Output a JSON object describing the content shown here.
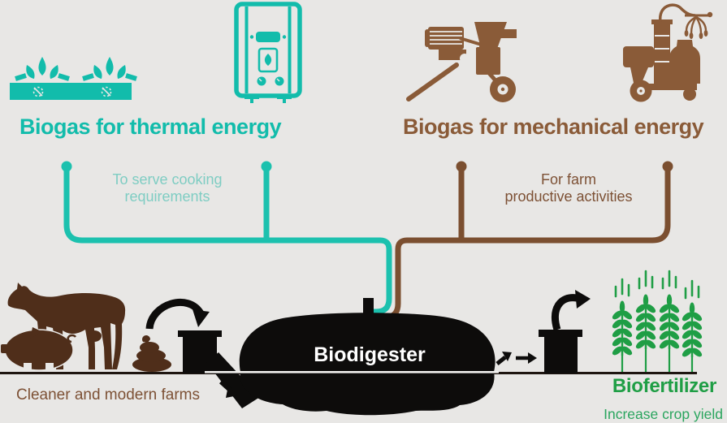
{
  "colors": {
    "background": "#e8e7e5",
    "teal": "#12bcab",
    "teal_pipe": "#1cc1ae",
    "teal_light": "#7fcdc3",
    "brown": "#8a5b38",
    "brown_pipe": "#7b4f30",
    "brown_text": "#7d5135",
    "dark_brown": "#4f2e1a",
    "black": "#0d0c0b",
    "green": "#1f9e45",
    "green_light": "#2aa55e",
    "white": "#ffffff"
  },
  "thermal": {
    "title": "Biogas for thermal energy",
    "note_lines": [
      "To serve cooking",
      "requirements"
    ],
    "icons": [
      "gas-stove-icon",
      "water-heater-icon"
    ]
  },
  "mechanical": {
    "title": "Biogas for mechanical energy",
    "note_lines": [
      "For farm",
      "productive activities"
    ],
    "icons": [
      "chipper-machine-icon",
      "milking-machine-icon"
    ]
  },
  "digester": {
    "label": "Biodigester"
  },
  "farm": {
    "caption": "Cleaner and modern farms"
  },
  "fertilizer": {
    "title": "Biofertilizer",
    "subtitle": "Increase crop yield"
  }
}
